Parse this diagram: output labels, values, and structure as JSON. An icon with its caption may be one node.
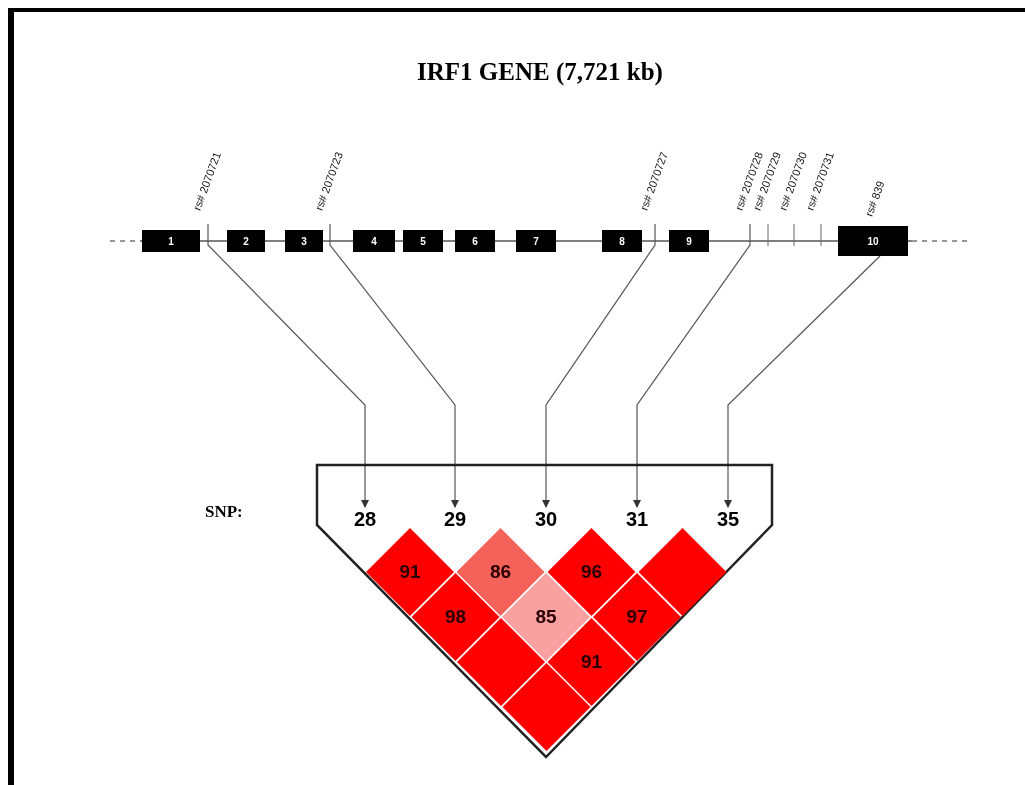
{
  "diagram": {
    "title": "IRF1 GENE (7,721 kb)",
    "nodes": [
      {
        "text": [
          "1"
        ]
      },
      {
        "text": [
          "2"
        ]
      },
      {
        "text": [
          "3"
        ]
      },
      {
        "text": [
          "4"
        ]
      },
      {
        "text": [
          "5"
        ]
      },
      {
        "text": [
          "6"
        ]
      },
      {
        "text": [
          "7"
        ]
      },
      {
        "text": [
          "8"
        ]
      },
      {
        "text": [
          "9"
        ]
      },
      {
        "text": [
          "10"
        ]
      },
      {
        "text": [
          "rs# 2070721"
        ]
      },
      {
        "text": [
          "rs# 2070723"
        ]
      },
      {
        "text": [
          "rs# 2070727"
        ]
      },
      {
        "text": [
          "rs# 2070728"
        ]
      },
      {
        "text": [
          "rs# 2070729"
        ]
      },
      {
        "text": [
          "rs# 2070730"
        ]
      },
      {
        "text": [
          "rs# 2070731"
        ]
      },
      {
        "text": [
          "rs# 839"
        ]
      },
      {
        "text": [],
        "shape": "pentagon"
      },
      {
        "text": [
          "28"
        ],
        "in": 18
      },
      {
        "text": [
          "29"
        ],
        "in": 18
      },
      {
        "text": [
          "30"
        ],
        "in": 18
      },
      {
        "text": [
          "31"
        ],
        "in": 18
      },
      {
        "text": [
          "35"
        ],
        "in": 18
      },
      {
        "text": [
          "91"
        ],
        "in": 18
      },
      {
        "text": [
          "86"
        ],
        "in": 18
      },
      {
        "text": [
          "96"
        ],
        "in": 18
      },
      {
        "text": [],
        "shape": "diamond",
        "in": 18
      },
      {
        "text": [
          "98"
        ],
        "in": 18
      },
      {
        "text": [
          "85"
        ],
        "in": 18
      },
      {
        "text": [
          "97"
        ],
        "in": 18
      },
      {
        "text": [],
        "shape": "diamond",
        "in": 18
      },
      {
        "text": [
          "91"
        ],
        "in": 18
      },
      {
        "text": [],
        "shape": "diamond",
        "in": 18
      }
    ],
    "edges": [
      {
        "from": 10,
        "to": 19,
        "arrow": "to"
      },
      {
        "from": 11,
        "to": 20,
        "arrow": "to"
      },
      {
        "from": 12,
        "to": 21,
        "arrow": "to"
      },
      {
        "from": 13,
        "to": 22,
        "arrow": "to"
      },
      {
        "from": 9,
        "to": 23,
        "arrow": "to"
      }
    ],
    "labels": [
      "SNP:"
    ]
  }
}
